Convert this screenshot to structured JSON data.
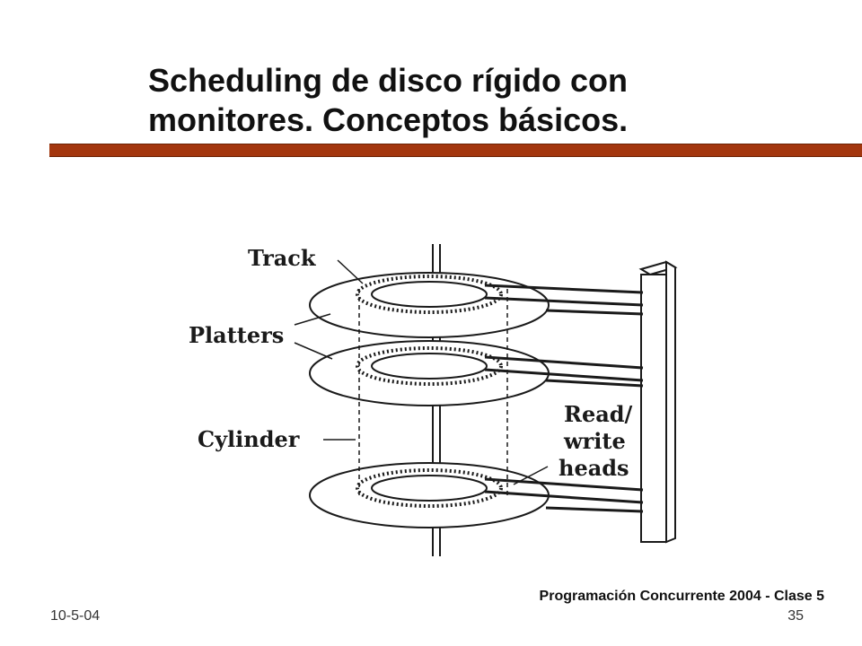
{
  "slide": {
    "title_line1": "Scheduling de disco rígido con",
    "title_line2": "monitores. Conceptos básicos.",
    "accent_color": "#a3360e"
  },
  "diagram": {
    "label_track": "Track",
    "label_platters": "Platters",
    "label_cylinder": "Cylinder",
    "label_rw_1": "Read/",
    "label_rw_2": "write",
    "label_rw_3": "heads"
  },
  "footer": {
    "course": "Programación Concurrente 2004 - Clase 5",
    "date": "10-5-04",
    "page": "35"
  }
}
